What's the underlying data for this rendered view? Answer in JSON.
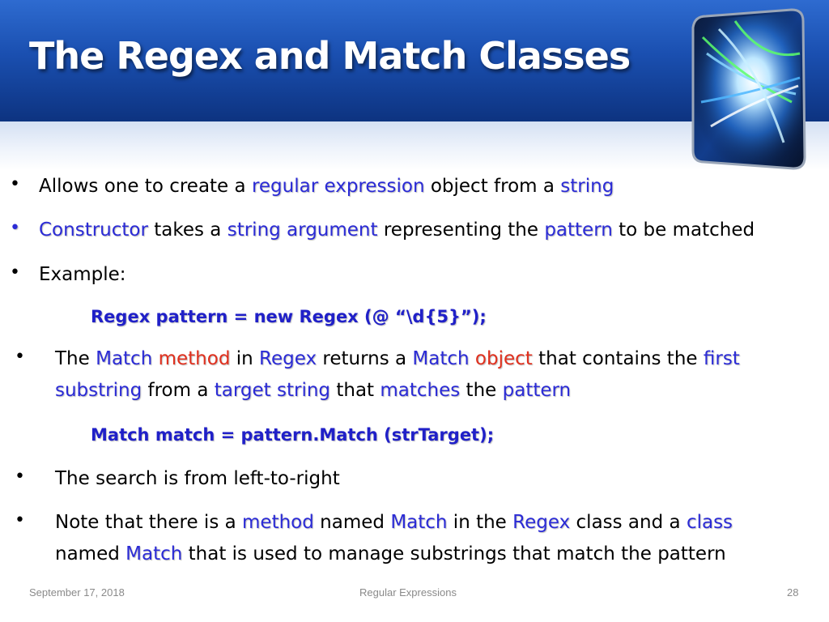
{
  "title": "The Regex and Match Classes",
  "bullets": {
    "b1": [
      "Allows one to create a ",
      "regular expression",
      " object from a ",
      "string"
    ],
    "b2": [
      "Constructor",
      " takes a ",
      "string argument",
      " representing the ",
      "pattern",
      " to be matched"
    ],
    "b3": [
      "Example:"
    ],
    "code1": "Regex  pattern  =  new  Regex (@ “\\d{5}”);",
    "b4_line1": [
      "The ",
      "Match",
      " ",
      "method",
      " in ",
      "Regex",
      " returns a ",
      "Match",
      " ",
      "object",
      " that contains the ",
      "first"
    ],
    "b4_line2": [
      "substring",
      " from a ",
      "target string",
      " that ",
      "matches",
      " the ",
      "pattern"
    ],
    "code2": "Match  match  =  pattern.Match (strTarget);",
    "b5": [
      "The search is from left-to-right"
    ],
    "b6_line1": [
      "Note that there is a ",
      "method",
      " named ",
      "Match",
      " in the ",
      "Regex",
      " class and a ",
      "class"
    ],
    "b6_line2": [
      "named ",
      "Match",
      " that is used to manage substrings that match the pattern"
    ]
  },
  "bullet_symbol": "•",
  "footer": {
    "date": "September 17, 2018",
    "center": "Regular Expressions",
    "page": "28"
  },
  "colors": {
    "keyword_blue": "#2b2bd6",
    "keyword_red": "#e0301e",
    "header_blue": "#1a4fb0"
  }
}
